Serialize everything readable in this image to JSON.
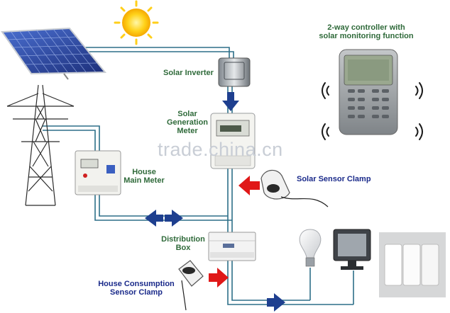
{
  "labels": {
    "controller_line1": "2-way controller with",
    "controller_line2": "solar monitoring function",
    "solar_inverter": "Solar Inverter",
    "solar_gen_line1": "Solar",
    "solar_gen_line2": "Generation",
    "solar_gen_line3": "Meter",
    "house_meter_line1": "House",
    "house_meter_line2": "Main Meter",
    "solar_clamp": "Solar Sensor Clamp",
    "distribution_line1": "Distribution",
    "distribution_line2": "Box",
    "consumption_line1": "House Consumption",
    "consumption_line2": "Sensor Clamp"
  },
  "watermark": "trade.china.cn",
  "colors": {
    "wire": "#2d6f88",
    "flow_arrow": "#1e3f8f",
    "clamp_arrow": "#e01818",
    "label_green": "#2f6a3a",
    "label_blue": "#1a2a8a"
  }
}
